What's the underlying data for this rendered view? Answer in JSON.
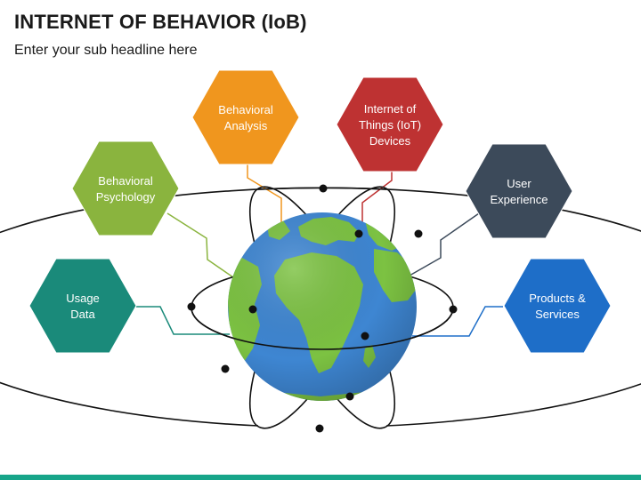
{
  "header": {
    "title": "INTERNET OF BEHAVIOR (IoB)",
    "subtitle": "Enter your sub headline here"
  },
  "nodes": [
    {
      "id": "usage-data",
      "lines": [
        "Usage",
        "Data"
      ],
      "color": "#1a8a7a"
    },
    {
      "id": "behavioral-psychology",
      "lines": [
        "Behavioral",
        "Psychology"
      ],
      "color": "#8ab43e"
    },
    {
      "id": "behavioral-analysis",
      "lines": [
        "Behavioral",
        "Analysis"
      ],
      "color": "#f0961e"
    },
    {
      "id": "iot-devices",
      "lines": [
        "Internet of",
        "Things (IoT)",
        "Devices"
      ],
      "color": "#be3232"
    },
    {
      "id": "user-experience",
      "lines": [
        "User",
        "Experience"
      ],
      "color": "#3c4a5a"
    },
    {
      "id": "products-services",
      "lines": [
        "Products &",
        "Services"
      ],
      "color": "#1e6ec8"
    }
  ],
  "colors": {
    "ocean": "#3e86d2",
    "land": "#7cc242",
    "orbit": "#111111",
    "footer_bar": "#17a589"
  }
}
